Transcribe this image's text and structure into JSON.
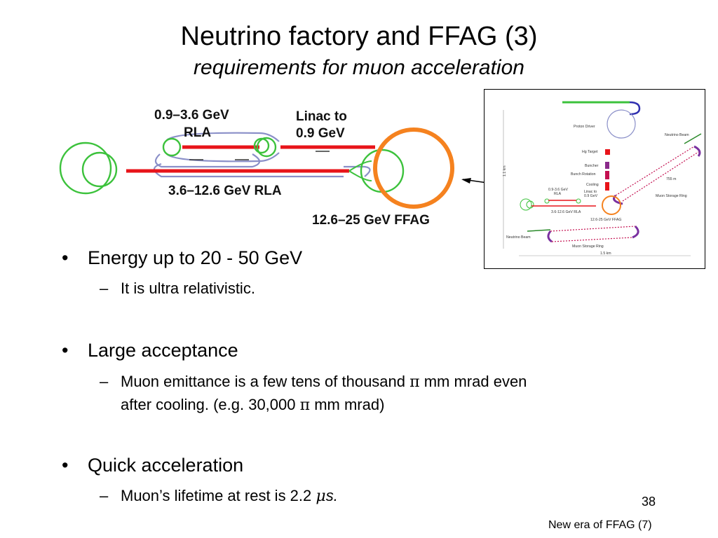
{
  "title": "Neutrino factory and FFAG (3)",
  "subtitle": "requirements for muon acceleration",
  "figure_left": {
    "label_rla1_energy": "0.9–3.6 GeV",
    "label_rla1_name": "RLA",
    "label_linac_1": "Linac to",
    "label_linac_2": "0.9 GeV",
    "label_rla2": "3.6–12.6 GeV RLA",
    "label_ffag": "12.6–25 GeV FFAG",
    "colors": {
      "linac": "#e8141a",
      "loop": "#3cc23c",
      "ffag": "#f5821f",
      "return": "#8a8fc8"
    }
  },
  "figure_right": {
    "proton_driver": "Proton Driver",
    "hg_target": "Hg Target",
    "buncher": "Buncher",
    "bunch_rotation": "Bunch Rotation",
    "cooling": "Cooling",
    "neutrino_beam_top": "Neutrino Beam",
    "neutrino_beam_bottom": "Neutrino Beam",
    "storage_ring_top": "Muon Storage Ring",
    "storage_ring_bottom": "Muon Storage Ring",
    "rla1_energy": "0.9-3.6 GeV",
    "rla1_name": "RLA",
    "linac_1": "Linac to",
    "linac_2": "0.9 GeV",
    "rla2": "3.6-12.6 GeV RLA",
    "ffag": "12.6-25 GeV FFAG",
    "dim_755": "755 m",
    "dim_vertical": "1.1 km",
    "dim_horizontal": "1.5 km"
  },
  "bullets": [
    {
      "text": "Energy up to 20 - 50 GeV",
      "sub": {
        "text": "It is ultra relativistic."
      }
    },
    {
      "text": "Large acceptance",
      "sub": {
        "line1_a": "Muon emittance is a few tens of thousand ",
        "pi": "π",
        "line1_b": " mm mrad even",
        "line2_a": "after cooling. (e.g. 30,000 ",
        "line2_b": " mm mrad)"
      }
    },
    {
      "text": "Quick acceleration",
      "sub": {
        "text_a": "Muon’s lifetime at rest is 2.2 ",
        "mu": "μ",
        "unit": "s."
      }
    }
  ],
  "bullet_glyph": "•",
  "dash_glyph": "–",
  "slide_number": "38",
  "footer": "New era of FFAG (7)"
}
